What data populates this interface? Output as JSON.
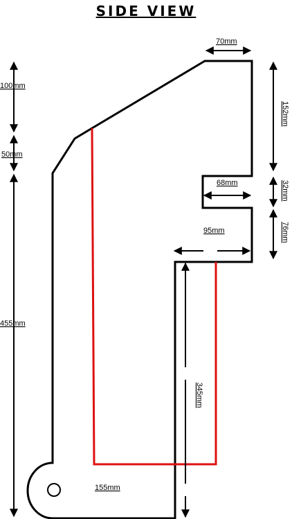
{
  "title": "SIDE VIEW",
  "colors": {
    "outline": "#000000",
    "red_line": "#dd1111",
    "background": "#ffffff"
  },
  "dimensions": {
    "d_70": "70mm",
    "d_100": "100mm",
    "d_152": "152mm",
    "d_50": "50mm",
    "d_68": "68mm",
    "d_32": "32mm",
    "d_95": "95mm",
    "d_76": "76mm",
    "d_455": "455mm",
    "d_345": "345mm",
    "d_155": "155mm"
  }
}
